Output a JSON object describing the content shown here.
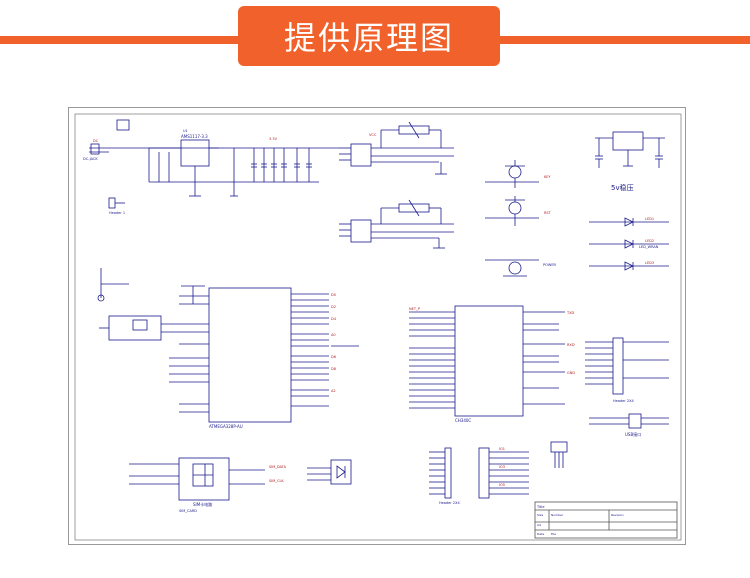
{
  "header": {
    "title": "提供原理图",
    "accent_color": "#f0612b"
  },
  "schematic": {
    "wire_color": "#1a1a8c",
    "label_color": "#b02020",
    "parts": {
      "u1": "U1",
      "u1_part": "AMS1117-3.3",
      "mcu": "ATMEGA328P-AU",
      "usb_chip": "CH340C",
      "regulator_label": "5v稳压",
      "sim_label": "SIM卡电路",
      "header1": "Header 1",
      "header2": "Header 2X4",
      "usb_if": "USB接口",
      "dc_jack": "DC-JACK",
      "power": "POWER",
      "led_wran": "LED_WRAN",
      "sim_card": "SIM_CARD"
    },
    "title_block": {
      "title": "Title",
      "size": "Size",
      "number": "Number",
      "revision": "Revision",
      "size_value": "A4",
      "date": "Date",
      "file": "File"
    }
  }
}
